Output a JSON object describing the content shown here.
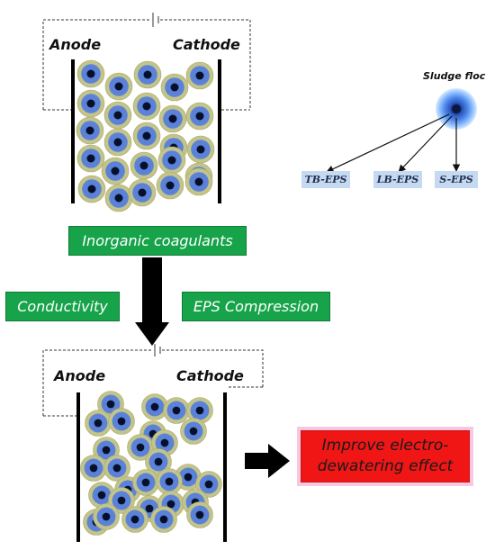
{
  "cell_top": {
    "anode_label": "Anode",
    "cathode_label": "Cathode"
  },
  "cell_bottom": {
    "anode_label": "Anode",
    "cathode_label": "Cathode"
  },
  "coagulant_label": "Inorganic coagulants",
  "mechanisms": {
    "left": "Conductivity",
    "right": "EPS Compression"
  },
  "result_label": "Improve electro-dewatering effect",
  "floc": {
    "title": "Sludge floc",
    "eps_layers": [
      "TB-EPS",
      "LB-EPS",
      "S-EPS"
    ]
  },
  "colors": {
    "green_box": "#16a34a",
    "red_box": "#f01616",
    "eps_box": "#c5d9f1",
    "floc_core": "#1f3f8f",
    "floc_outer": "#7fb8ff",
    "particle_ring": "#c3c48a",
    "particle_mid": "#5b82d8",
    "particle_core": "#06102a"
  },
  "icons": [
    "battery-icon",
    "down-arrow-icon",
    "right-arrow-icon"
  ]
}
